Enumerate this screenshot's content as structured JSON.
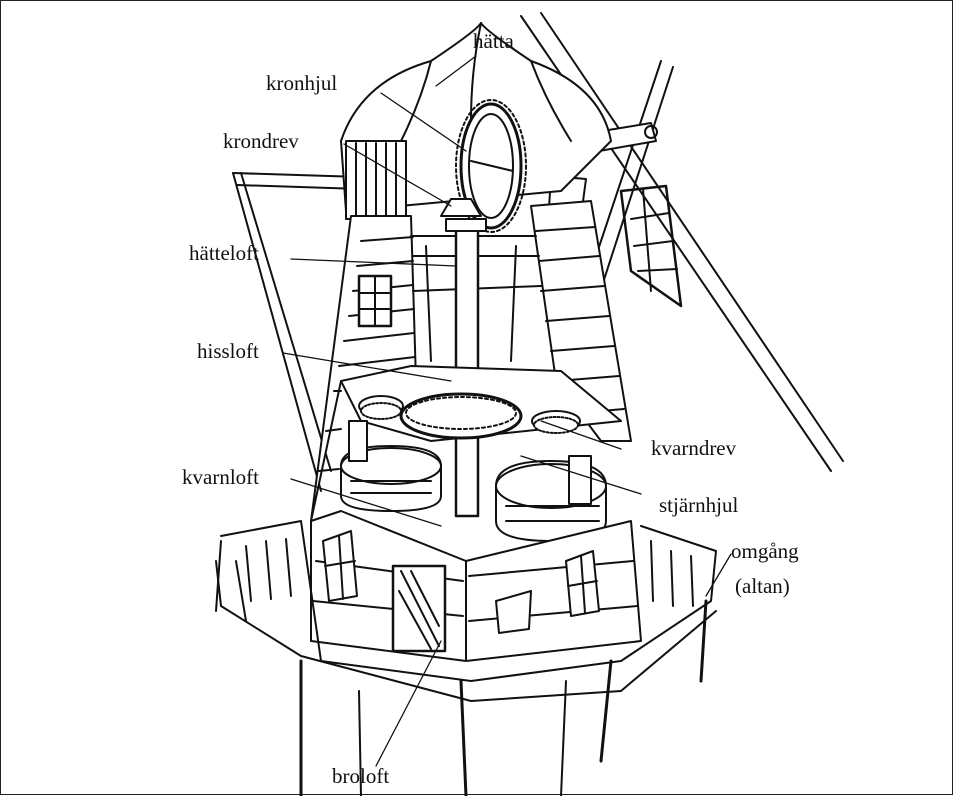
{
  "labels": {
    "hatta": "hätta",
    "kronhjul": "kronhjul",
    "krondrev": "krondrev",
    "hatteloft": "hätteloft",
    "hissloft": "hissloft",
    "kvarndrev": "kvarndrev",
    "kvarnloft": "kvarnloft",
    "stjarnhjul": "stjärnhjul",
    "omgang": "omgång",
    "altan": "(altan)",
    "broloft": "broloft"
  },
  "colors": {
    "ink": "#111111",
    "paper": "#ffffff"
  }
}
